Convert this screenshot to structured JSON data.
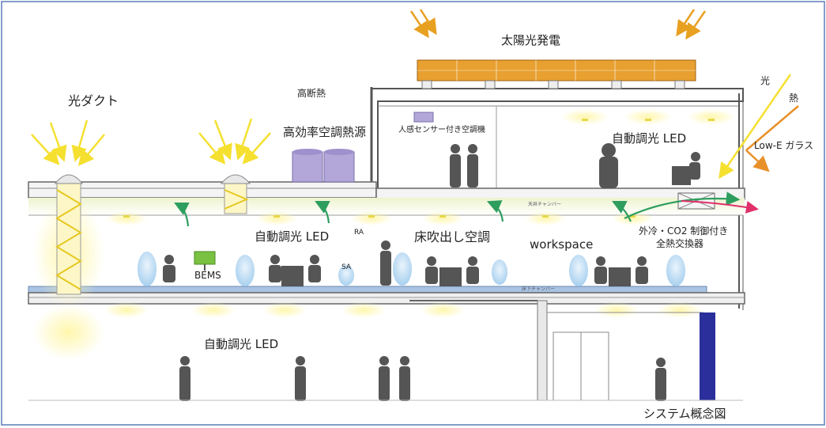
{
  "labels": {
    "solar": "太陽光発電",
    "light_duct": "光ダクト",
    "high_insulation": "高断熱",
    "heat_source": "高効率空調熱源",
    "sensor_ac": "人感センサー付き空調機",
    "auto_led_top": "自動調光 LED",
    "light": "光",
    "heat": "熱",
    "lowe_glass": "Low-E ガラス",
    "ceiling_chamber": "天井チャンバー",
    "auto_led_mid": "自動調光 LED",
    "ra": "RA",
    "floor_ac": "床吹出し空調",
    "workspace": "workspace",
    "exchanger_line1": "外冷・CO2 制御付き",
    "exchanger_line2": "全熱交換器",
    "bems": "BEMS",
    "sa": "SA",
    "floor_chamber": "床下チャンバー",
    "auto_led_bottom": "自動調光 LED",
    "caption": "システム概念図"
  },
  "colors": {
    "sun_arrow": "#E8A020",
    "light_ray": "#F5E030",
    "heat_arrow": "#E8902A",
    "air_arrow": "#2E9E5E",
    "exhaust_arrow": "#E0306A",
    "solar_panel": "#E8A030",
    "heat_unit": "#B3A7D9",
    "bems_screen": "#7AC142",
    "floor_slab": "#A9C3E3",
    "glass_column": "#2A2F9C",
    "person": "#555555",
    "frame": "#5B7DB8"
  }
}
